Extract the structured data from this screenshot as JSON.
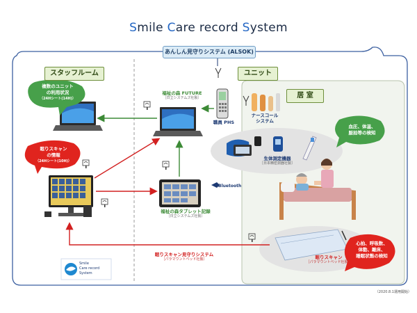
{
  "title": {
    "s": "S",
    "t1": "mile ",
    "c": "C",
    "t2": "are record ",
    "s2": "S",
    "t3": "ystem"
  },
  "alsok": "あんしん見守りシステム (ALSOK)",
  "staff_room": "スタッフルーム",
  "unit": "ユニット",
  "room": "居 室",
  "bubbles": {
    "multi_unit": [
      "複数のユニット",
      "の利用状況",
      "（24Hシート(14H)）"
    ],
    "sleep_scan": [
      "眠りスキャン",
      "の情報",
      "（24Hシート(10H)）"
    ],
    "vitals": [
      "血圧、体温、",
      "脈拍等の検知"
    ],
    "heart": [
      "心拍、呼吸数、",
      "体動、離床、",
      "睡眠状態の検知"
    ]
  },
  "future": {
    "name": "福祉の森 FUTURE",
    "sub": "［日立システムズ社製］"
  },
  "phs": "職員 PHS",
  "nurse_call": [
    "ナースコール",
    "システム"
  ],
  "vital_device": {
    "name": "生体測定機器",
    "sub": "［日本精密測器社製］"
  },
  "tablet": {
    "name": "福祉の森タブレット記録",
    "sub": "［日立システムズ社製］"
  },
  "bluetooth": "Bluetooth",
  "sleep_system": {
    "name": "眠りスキャン見守りシステム",
    "sub": "［パラマウントベッド社製］"
  },
  "sleep_scan_label": {
    "name": "眠りスキャン",
    "sub": "［パラマウントベッド社製］"
  },
  "logo": [
    "Smile",
    "Care record",
    "System"
  ],
  "footnote": "（2020.8.1運用開始）",
  "colors": {
    "green": "#3c8a36",
    "red": "#d22020",
    "blue": "#1d3a73",
    "room_fill": "#f1f4ee"
  }
}
